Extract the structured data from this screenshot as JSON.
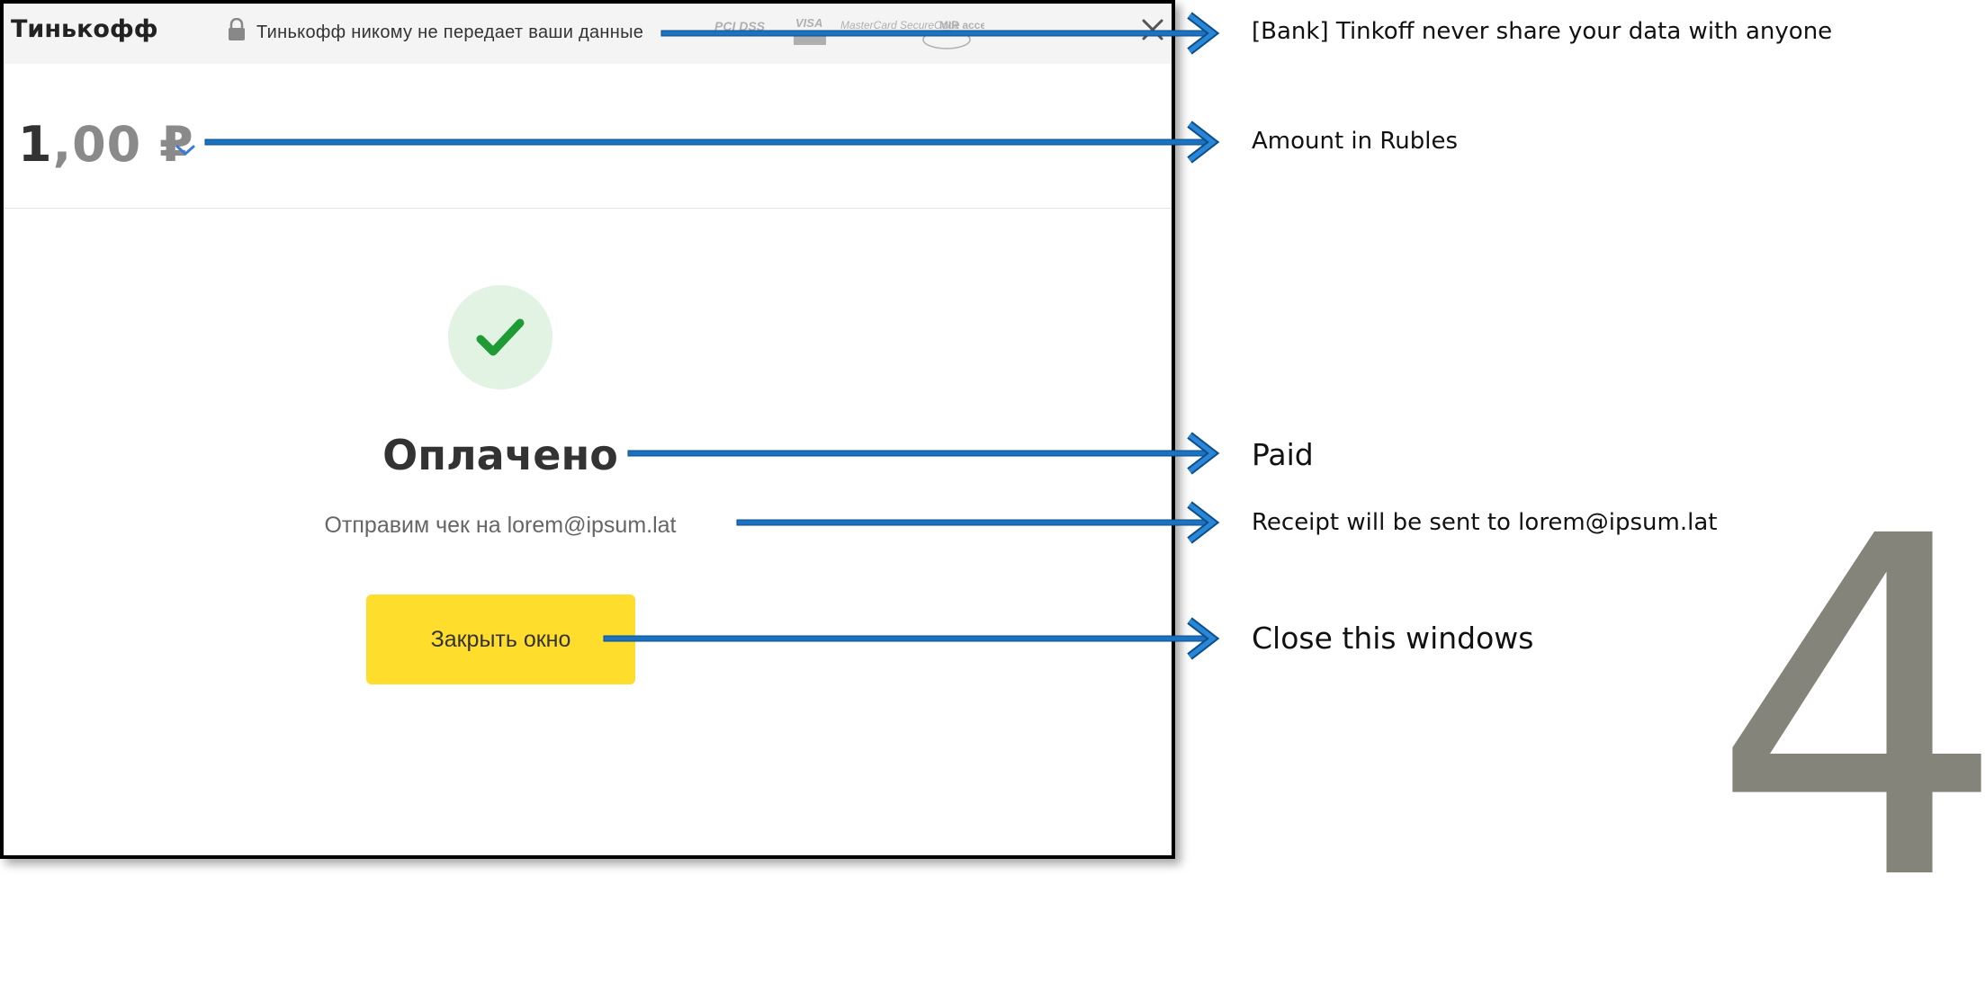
{
  "header": {
    "brand": "Тинькофф",
    "secure_text": "Тинькофф никому не передает ваши данные",
    "logos": [
      "PCI DSS",
      "VISA",
      "MasterCard SecureCode",
      "MIR accept"
    ]
  },
  "amount": {
    "int_part": "1",
    "dec_part": ",00 ₽"
  },
  "status": {
    "title": "Оплачено",
    "receipt": "Отправим чек на lorem@ipsum.lat"
  },
  "actions": {
    "close_button": "Закрыть окно"
  },
  "annotations": {
    "secure": "[Bank] Tinkoff never share your data with anyone",
    "amount": "Amount in Rubles",
    "paid": "Paid",
    "receipt": "Receipt will be sent to lorem@ipsum.lat",
    "close": "Close this windows"
  },
  "step_number": "4",
  "colors": {
    "accent_yellow": "#ffdd2d",
    "success_green": "#1e9b34",
    "success_bg": "#e2f3e4",
    "arrow_blue": "#1a72c0",
    "step_gray": "#85847a"
  }
}
